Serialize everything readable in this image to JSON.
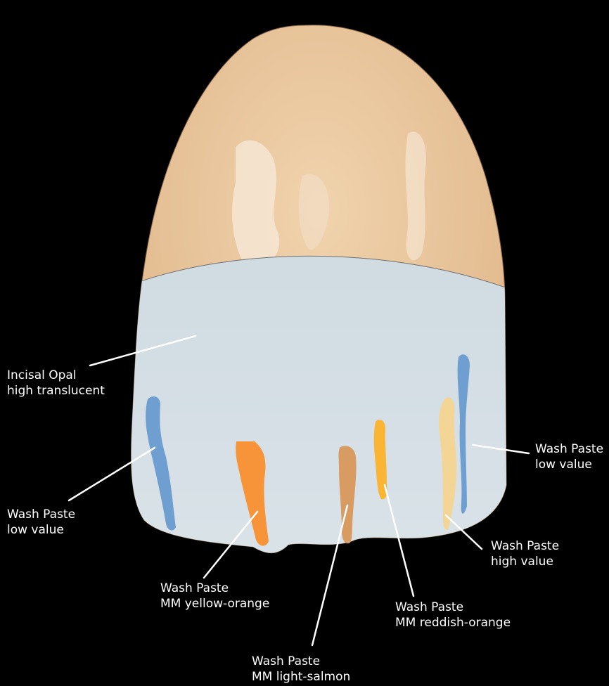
{
  "labels": {
    "incisal_opal": {
      "line1": "Incisal Opal",
      "line2": "high translucent"
    },
    "wash_left_low": {
      "line1": "Wash Paste",
      "line2": "low value"
    },
    "wash_right_low": {
      "line1": "Wash Paste",
      "line2": "low value"
    },
    "wash_high": {
      "line1": "Wash Paste",
      "line2": "high value"
    },
    "wash_yellow_orange": {
      "line1": "Wash Paste",
      "line2": "MM yellow-orange"
    },
    "wash_reddish": {
      "line1": "Wash Paste",
      "line2": "MM reddish-orange"
    },
    "wash_salmon": {
      "line1": "Wash Paste",
      "line2": "MM light-salmon"
    }
  },
  "colors": {
    "background": "#000000",
    "dentin": "#e8c49c",
    "incisal": "#d3dde3",
    "blue": "#6f9ed1",
    "orange": "#f7943a",
    "salmon": "#d89b62",
    "yellow": "#fbb535",
    "cream": "#f3d596",
    "leader": "#ffffff"
  }
}
